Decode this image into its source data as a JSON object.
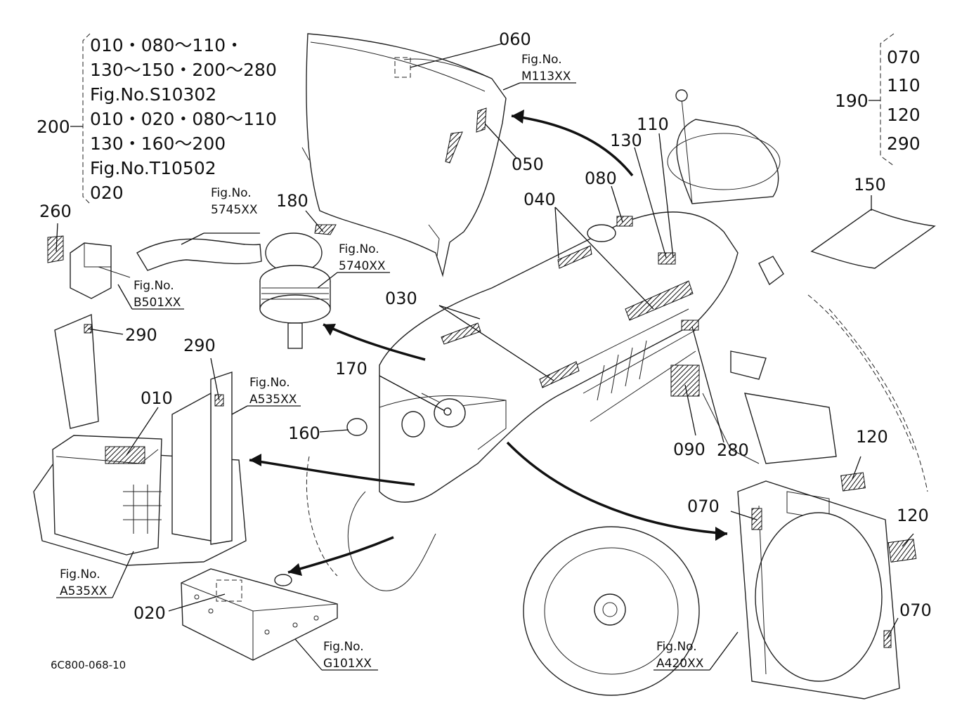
{
  "diagram": {
    "drawing_code": "6C800-068-10",
    "bracket_200": {
      "label": "200",
      "lines": [
        "010・080～110・",
        "130～150・200～280",
        "Fig.No.S10302",
        "010・020・080～110",
        "130・160～200",
        "Fig.No.T10502",
        "020"
      ]
    },
    "bracket_190": {
      "label": "190",
      "lines": [
        "070",
        "110",
        "120",
        "290"
      ]
    },
    "parts": {
      "p010": "010",
      "p020": "020",
      "p030": "030",
      "p040": "040",
      "p050": "050",
      "p060": "060",
      "p070a": "070",
      "p070b": "070",
      "p080": "080",
      "p090": "090",
      "p110": "110",
      "p120a": "120",
      "p120b": "120",
      "p130": "130",
      "p150": "150",
      "p160": "160",
      "p170": "170",
      "p180": "180",
      "p260": "260",
      "p280": "280",
      "p290a": "290",
      "p290b": "290"
    },
    "figrefs": {
      "m113": {
        "line1": "Fig.No.",
        "line2": "M113XX"
      },
      "f5745": {
        "line1": "Fig.No.",
        "line2": "5745XX"
      },
      "f5740": {
        "line1": "Fig.No.",
        "line2": "5740XX"
      },
      "b501": {
        "line1": "Fig.No.",
        "line2": "B501XX"
      },
      "a535a": {
        "line1": "Fig.No.",
        "line2": "A535XX"
      },
      "a535b": {
        "line1": "Fig.No.",
        "line2": "A535XX"
      },
      "g101": {
        "line1": "Fig.No.",
        "line2": "G101XX"
      },
      "a420": {
        "line1": "Fig.No.",
        "line2": "A420XX"
      }
    }
  }
}
